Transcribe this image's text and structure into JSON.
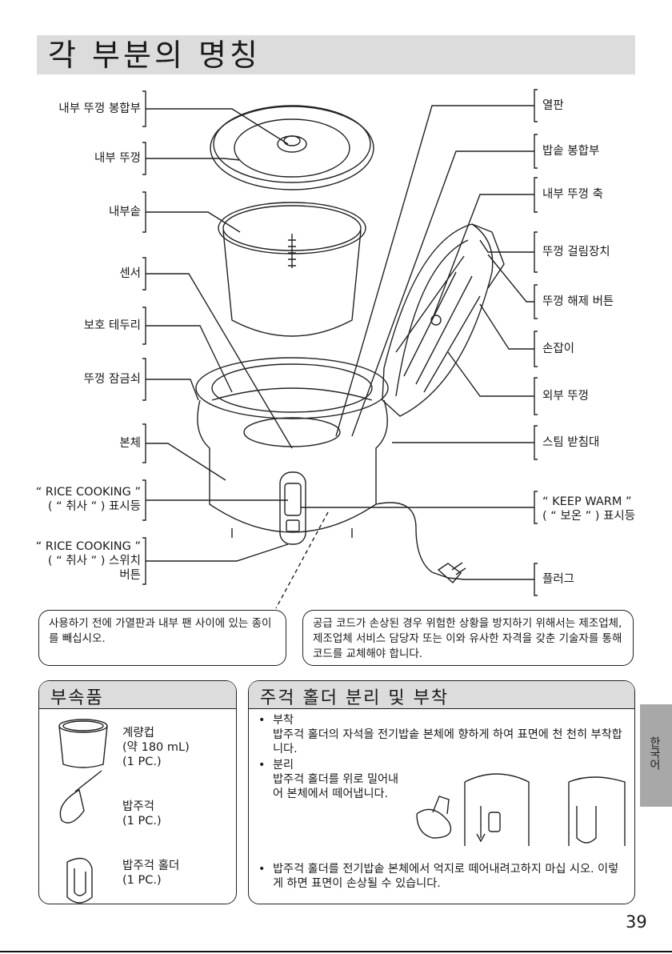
{
  "title": "각 부분의 명칭",
  "labels_left": {
    "inner_lid_assembly": "내부 뚜껑 봉합부",
    "inner_lid": "내부 뚜껑",
    "inner_pan": "내부솥",
    "sensor": "센서",
    "protective_rim": "보호 테두리",
    "lid_lock": "뚜껑 잠금쇠",
    "body": "본체",
    "rice_cooking_lamp_line1": "“ RICE COOKING ”",
    "rice_cooking_lamp_line2": "( “ 취사 ” ) 표시등",
    "rice_cooking_switch_line1": "“ RICE COOKING ”",
    "rice_cooking_switch_line2": "( “ 취사 ” ) 스위치",
    "rice_cooking_switch_line3": "버튼"
  },
  "labels_right": {
    "heating_plate": "열판",
    "pot_assembly": "밥솥 봉합부",
    "inner_lid_shaft": "내부 뚜껑 축",
    "lid_hook": "뚜껑 걸림장치",
    "lid_release_button": "뚜껑 해제 버튼",
    "handle": "손잡이",
    "outer_lid": "외부 뚜껑",
    "steam_tray": "스팀 받침대",
    "keep_warm_line1": "“ KEEP WARM ”",
    "keep_warm_line2": "( “ 보온 ” ) 표시등",
    "plug": "플러그"
  },
  "note_left": "사용하기 전에 가열판과 내부 팬 사이에 있는 종이를 빼십시오.",
  "note_right": "공급 코드가 손상된 경우 위험한 상황을 방지하기 위해서는 제조업체, 제조업체 서비스 담당자 또는 이와 유사한 자격을 갖춘 기술자를 통해 코드를 교체해야 합니다.",
  "accessories": {
    "heading": "부속품",
    "cup": "계량컵\n(약 180 mL)\n(1 PC.)",
    "spatula": "밥주걱\n(1 PC.)",
    "holder": "밥주걱 홀더\n(1 PC.)"
  },
  "holder_section": {
    "heading": "주걱 홀더 분리 및 부착",
    "attach_title": "부착",
    "attach_text": "밥주걱 홀더의 자석을 전기밥솥 본체에 향하게 하여 표면에 천 천히 부착합니다.",
    "detach_title": "분리",
    "detach_text": "밥주걱 홀더를 위로 밀어내어 본체에서 떼어냅니다.",
    "warning": "밥주걱 홀더를 전기밥솥 본체에서 억지로 떼어내려고하지 마십 시오. 이렇게 하면 표면이 손상될 수 있습니다."
  },
  "side_tab": "한국어",
  "page_number": "39"
}
